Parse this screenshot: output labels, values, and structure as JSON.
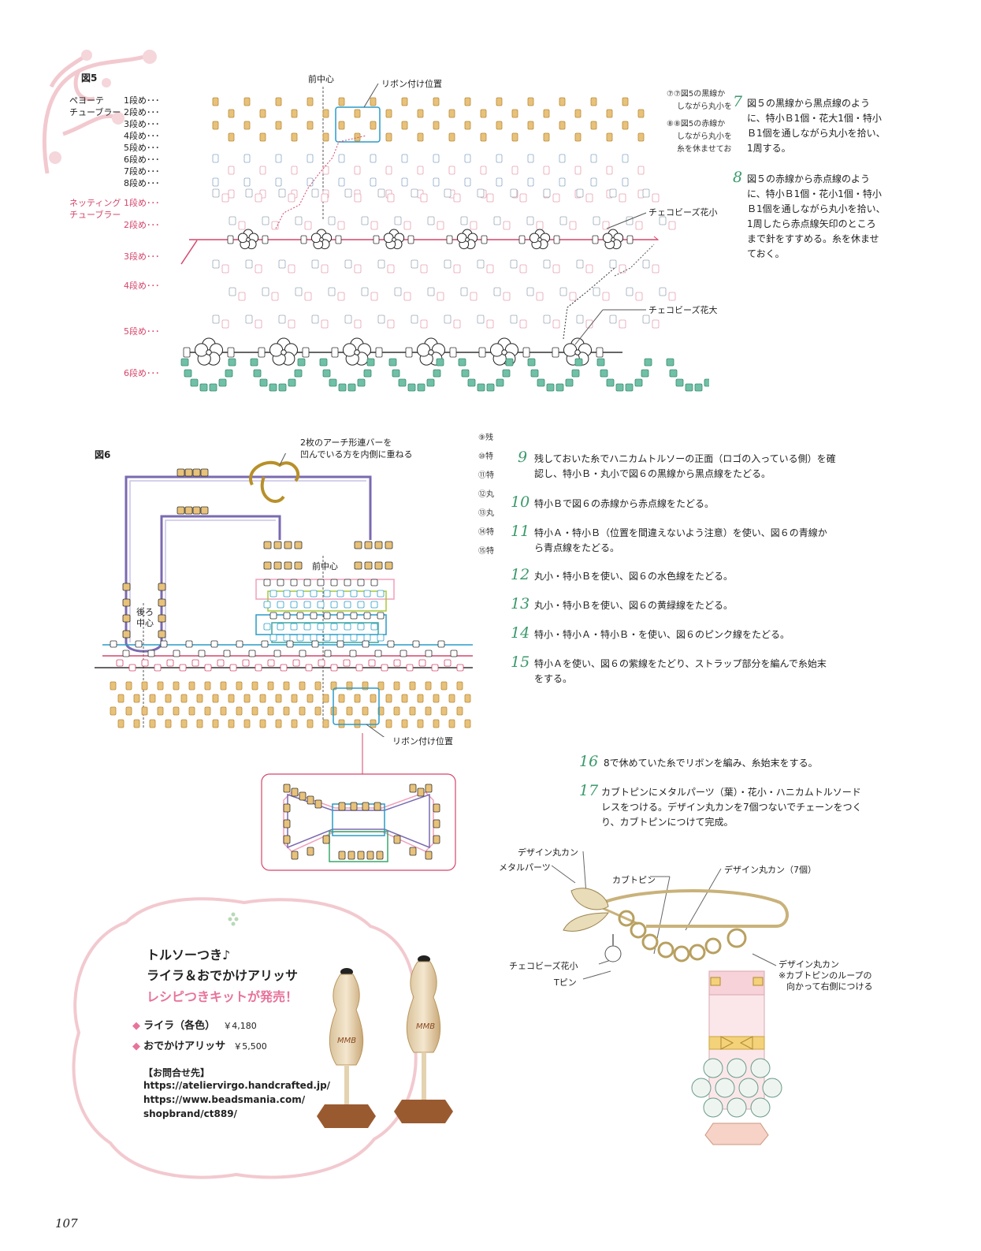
{
  "page_number": "107",
  "fig5": {
    "label": "図5",
    "top_rows": [
      {
        "prefix": "ペヨーテ",
        "label": "1段め･･･"
      },
      {
        "prefix": "チューブラー",
        "label": "2段め･･･"
      },
      {
        "prefix": "",
        "label": "3段め･･･"
      },
      {
        "prefix": "",
        "label": "4段め･･･"
      },
      {
        "prefix": "",
        "label": "5段め･･･"
      },
      {
        "prefix": "",
        "label": "6段め･･･"
      },
      {
        "prefix": "",
        "label": "7段め･･･"
      },
      {
        "prefix": "",
        "label": "8段め･･･"
      }
    ],
    "netting_prefix_1": "ネッティング",
    "netting_prefix_2": "チューブラー",
    "netting_rows": [
      "1段め･･･",
      "2段め･･･",
      "3段め･･･",
      "4段め･･･",
      "5段め･･･",
      "6段め･･･"
    ],
    "front_center": "前中心",
    "ribbon_position": "リボン付け位置",
    "czech_small": "チェコビーズ花小",
    "czech_large": "チェコビーズ花大",
    "partial_note_1": "⑦⑦図5の黒線か",
    "partial_note_2": "しながら丸小を",
    "partial_note_3": "⑧⑧図5の赤線か",
    "partial_note_4": "しながら丸小を",
    "partial_note_5": "糸を休ませてお",
    "step7": {
      "num": "7",
      "lines": [
        "図５の黒線から黒点線のよう",
        "に、特小Ｂ1個・花大1個・特小",
        "Ｂ1個を通しながら丸小を拾い、",
        "1周する。"
      ]
    },
    "step8": {
      "num": "8",
      "lines": [
        "図５の赤線から赤点線のよう",
        "に、特小Ｂ1個・花小1個・特小",
        "Ｂ1個を通しながら丸小を拾い、",
        "1周したら赤点線矢印のところ",
        "まで針をすすめる。糸を休ませ",
        "ておく。"
      ]
    }
  },
  "fig6": {
    "label": "図6",
    "arch_note_1": "2枚のアーチ形連バーを",
    "arch_note_2": "凹んでいる方を内側に重ねる",
    "front_center": "前中心",
    "back_center_1": "後ろ",
    "back_center_2": "中心",
    "ribbon_position": "リボン付け位置"
  },
  "side_markers": [
    "⑨残",
    "⑩特",
    "⑪特",
    "⑫丸",
    "⑬丸",
    "⑭特",
    "⑮特"
  ],
  "steps": [
    {
      "num": "9",
      "lines": [
        "残しておいた糸でハニカムトルソーの正面（ロゴの入っている側）を確",
        "認し、特小Ｂ・丸小で図６の黒線から黒点線をたどる。"
      ]
    },
    {
      "num": "10",
      "lines": [
        "特小Ｂで図６の赤線から赤点線をたどる。"
      ]
    },
    {
      "num": "11",
      "lines": [
        "特小Ａ・特小Ｂ（位置を間違えないよう注意）を使い、図６の青線か",
        "ら青点線をたどる。"
      ]
    },
    {
      "num": "12",
      "lines": [
        "丸小・特小Ｂを使い、図６の水色線をたどる。"
      ]
    },
    {
      "num": "13",
      "lines": [
        "丸小・特小Ｂを使い、図６の黄緑線をたどる。"
      ]
    },
    {
      "num": "14",
      "lines": [
        "特小・特小Ａ・特小Ｂ・を使い、図６のピンク線をたどる。"
      ]
    },
    {
      "num": "15",
      "lines": [
        "特小Ａを使い、図６の紫線をたどり、ストラップ部分を編んで糸始末",
        "をする。"
      ]
    },
    {
      "num": "16",
      "lines": [
        "8で休めていた糸でリボンを編み、糸始末をする。"
      ]
    },
    {
      "num": "17",
      "lines": [
        "カブトピンにメタルパーツ（葉）・花小・ハニカムトルソード",
        "レスをつける。デザイン丸カンを7個つないでチェーンをつく",
        "り、カブトピンにつけて完成。"
      ]
    }
  ],
  "final_diagram": {
    "design_ring": "デザイン丸カン",
    "metal_parts": "メタルパーツ",
    "kabuto_pin": "カブトピン",
    "design_ring_7": "デザイン丸カン（7個）",
    "czech_small": "チェコビーズ花小",
    "t_pin": "Tピン",
    "design_ring_2": "デザイン丸カン",
    "note_1": "※カブトピンのループの",
    "note_2": "向かって右側につける"
  },
  "promo": {
    "title_1": "トルソーつき♪",
    "title_2": "ライラ＆おでかけアリッサ",
    "title_3": "レシピつきキットが発売！",
    "items": [
      {
        "name": "ライラ（各色）",
        "price": "￥4,180"
      },
      {
        "name": "おでかけアリッサ",
        "price": "￥5,500"
      }
    ],
    "contact_label": "【お問合せ先】",
    "contact_lines": [
      "https://ateliervirgo.handcrafted.jp/",
      "https://www.beadsmania.com/",
      "shopbrand/ct889/"
    ],
    "logo_text": "MMB"
  },
  "colors": {
    "accent_pink": "#d6456b",
    "step_green": "#3a9a6b",
    "bead_gold": "#e8c27a",
    "bead_teal": "#6fc0a6",
    "frame_pink": "#f2c9cf"
  }
}
